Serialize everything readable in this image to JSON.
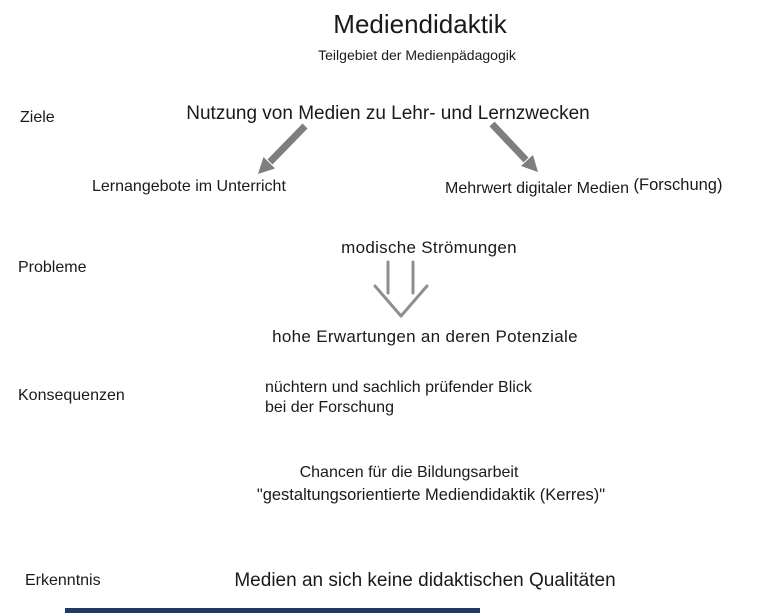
{
  "colors": {
    "background": "#ffffff",
    "text": "#1a1a1a",
    "arrow": "#7e7e7e",
    "double_arrow": "#8f8f8f",
    "bottom_bar": "#1f3864"
  },
  "header": {
    "title": "Mediendidaktik",
    "subtitle": "Teilgebiet der Medienpädagogik"
  },
  "rows": {
    "ziele": {
      "label": "Ziele",
      "statement": "Nutzung von Medien zu Lehr- und Lernzwecken",
      "branch_left": "Lernangebote im Unterricht",
      "branch_right": "Mehrwert digitaler Medien",
      "branch_right_note": "(Forschung)"
    },
    "probleme": {
      "label": "Probleme",
      "cause": "modische Strömungen",
      "effect": "hohe Erwartungen an deren Potenziale"
    },
    "konsequenzen": {
      "label": "Konsequenzen",
      "line1": "nüchtern und sachlich prüfender Blick",
      "line2": "bei der Forschung",
      "chance": "Chancen für die Bildungsarbeit",
      "quote": "\"gestaltungsorientierte Mediendidaktik (Kerres)\""
    },
    "erkenntnis": {
      "label": "Erkenntnis",
      "statement": "Medien an sich keine didaktischen Qualitäten"
    }
  }
}
